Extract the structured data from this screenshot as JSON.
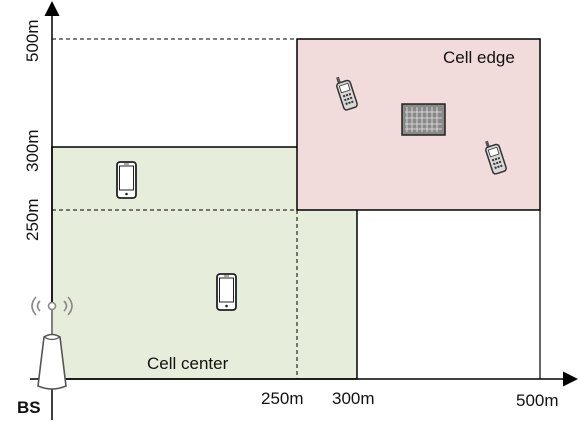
{
  "regions": {
    "center_label": "Cell center",
    "edge_label": "Cell edge"
  },
  "axis": {
    "x_ticks": [
      "250m",
      "300m",
      "500m"
    ],
    "y_ticks": [
      "250m",
      "300m",
      "500m"
    ]
  },
  "base_station": {
    "label": "BS"
  },
  "colors": {
    "center_fill": "#e7eddb",
    "edge_fill": "#f2dcdb",
    "line": "#000000"
  },
  "icons": [
    "smartphone-icon",
    "smartphone-icon",
    "handheld-phone-icon",
    "handheld-phone-icon",
    "solar-panel-icon",
    "base-station-tower-icon"
  ]
}
